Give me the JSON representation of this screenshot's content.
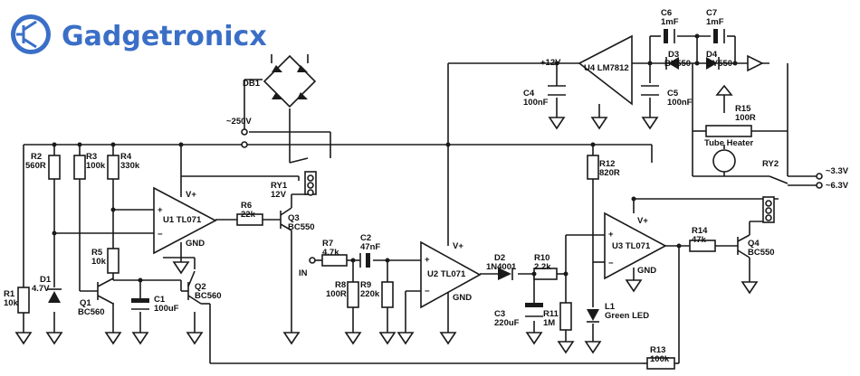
{
  "brand": {
    "name": "Gadgetronicx",
    "color": "#3b6fc7"
  },
  "labels": {
    "db1": "DB1",
    "ac_in": "~250V",
    "ry1": "RY1",
    "ry1_v": "12V",
    "ry2": "RY2",
    "out_33": "~3.3V",
    "out_63": "~6.3V",
    "rail12": "+12V",
    "u4": "U4 LM7812",
    "c4": "C4",
    "c4v": "100nF",
    "c5": "C5",
    "c5v": "100nF",
    "c6": "C6",
    "c6v": "1mF",
    "c7": "C7",
    "c7v": "1mF",
    "d3": "D3",
    "d3v": "BY550",
    "d4": "D4",
    "d4v": "BY550",
    "r15": "R15",
    "r15v": "100R",
    "heater": "Tube Heater",
    "r2": "R2",
    "r2v": "560R",
    "r3": "R3",
    "r3v": "100k",
    "r4": "R4",
    "r4v": "330k",
    "r5": "R5",
    "r5v": "10k",
    "r1": "R1",
    "r1v": "10k",
    "d1": "D1",
    "d1v": "4.7V",
    "q1": "Q1",
    "q1v": "BC560",
    "c1": "C1",
    "c1v": "100uF",
    "q2": "Q2",
    "q2v": "BC560",
    "u1": "U1 TL071",
    "r6": "R6",
    "r6v": "22k",
    "q3": "Q3",
    "q3v": "BC550",
    "in": "IN",
    "r7": "R7",
    "r7v": "4.7k",
    "c2": "C2",
    "c2v": "47nF",
    "r8": "R8",
    "r8v": "100R",
    "r9": "R9",
    "r9v": "220k",
    "u2": "U2 TL071",
    "d2": "D2",
    "d2v": "1N4001",
    "r10": "R10",
    "r10v": "2.2k",
    "c3": "C3",
    "c3v": "220uF",
    "r11": "R11",
    "r11v": "1M",
    "r12": "R12",
    "r12v": "820R",
    "l1": "L1",
    "l1v": "Green LED",
    "u3": "U3 TL071",
    "r14": "R14",
    "r14v": "47k",
    "q4": "Q4",
    "q4v": "BC550",
    "r13": "R13",
    "r13v": "100k",
    "vplus": "V+",
    "gnd": "GND",
    "plus": "+",
    "minus": "−"
  }
}
